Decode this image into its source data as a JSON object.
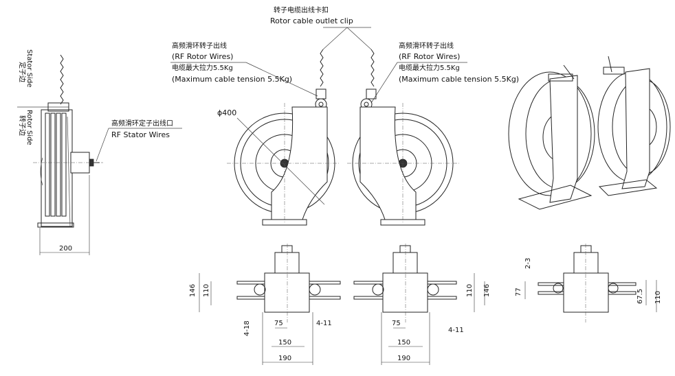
{
  "callouts": {
    "outlet_clip_cn": "转子电缆出线卡扣",
    "outlet_clip_en": "Rotor cable outlet clip",
    "left_rotor_cn": "高频滑环转子出线",
    "left_rotor_en": "(RF Rotor Wires)",
    "left_tension_cn": "电缆最大拉力5.5Kg",
    "left_tension_en": "(Maximum cable tension 5.5Kg)",
    "right_rotor_cn": "高频滑环转子出线",
    "right_rotor_en": "(RF Rotor Wires)",
    "right_tension_cn": "电缆最大拉力5.5Kg",
    "right_tension_en": "(Maximum cable tension 5.5Kg)",
    "stator_cn": "高频滑环定子出线口",
    "stator_en": "RF Stator Wires"
  },
  "side_view": {
    "stator_side_cn": "定子边",
    "stator_side_en": "Stator Side",
    "rotor_side_cn": "转子边",
    "rotor_side_en": "Rotor Side",
    "width_dim": "200"
  },
  "front_view": {
    "diameter_label": "ϕ400"
  },
  "bottom_views": {
    "left": {
      "h146": "146",
      "h110": "110",
      "hole": "4-18",
      "d75": "75",
      "d150": "150",
      "d190": "190",
      "slot": "4-11"
    },
    "middle": {
      "h146": "146",
      "h110": "110",
      "d75": "75",
      "d150": "150",
      "d190": "190",
      "slot": "4-11"
    },
    "right": {
      "d23": "2-3",
      "d77": "77",
      "d675": "67.5",
      "d110": "110"
    }
  }
}
